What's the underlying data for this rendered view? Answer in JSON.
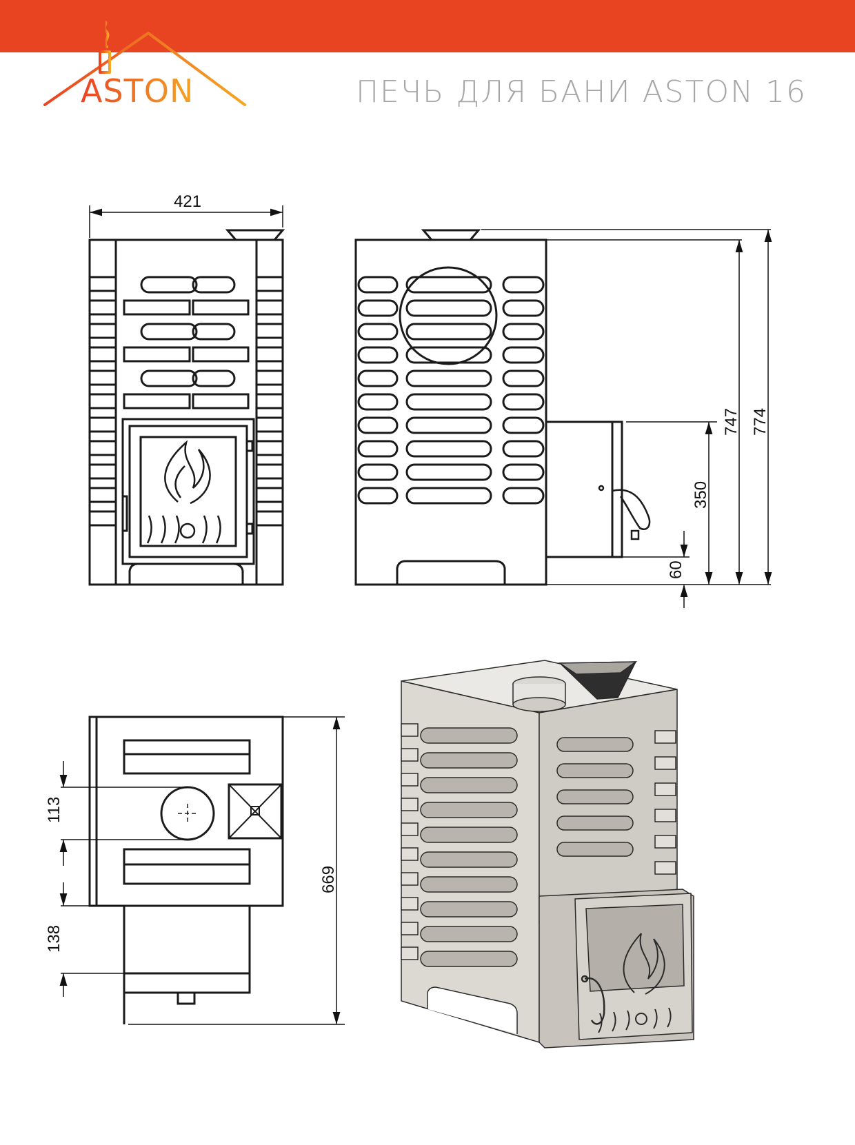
{
  "brand": {
    "logo_text": "ASTON",
    "colors": {
      "top_bar": "#e84422",
      "logo_orange": "#f39a1e",
      "logo_red": "#e84422",
      "title_gray": "#a6a6a6",
      "line": "#1a1a1a",
      "render_fill": "#dcd9d3",
      "render_shade": "#b9b5ae"
    }
  },
  "header": {
    "title": "ПЕЧЬ ДЛЯ БАНИ ASTON 16"
  },
  "dimensions": {
    "front_width": "421",
    "height_body": "747",
    "height_total": "774",
    "firebox_height": "350",
    "leg_height": "60",
    "top_chimney_offset": "113",
    "top_depth": "669",
    "firebox_protrusion": "138"
  },
  "icons": {
    "logo": "house-roof-smoke-icon",
    "flame": "flame-icon",
    "door_handle": "handle-icon"
  }
}
